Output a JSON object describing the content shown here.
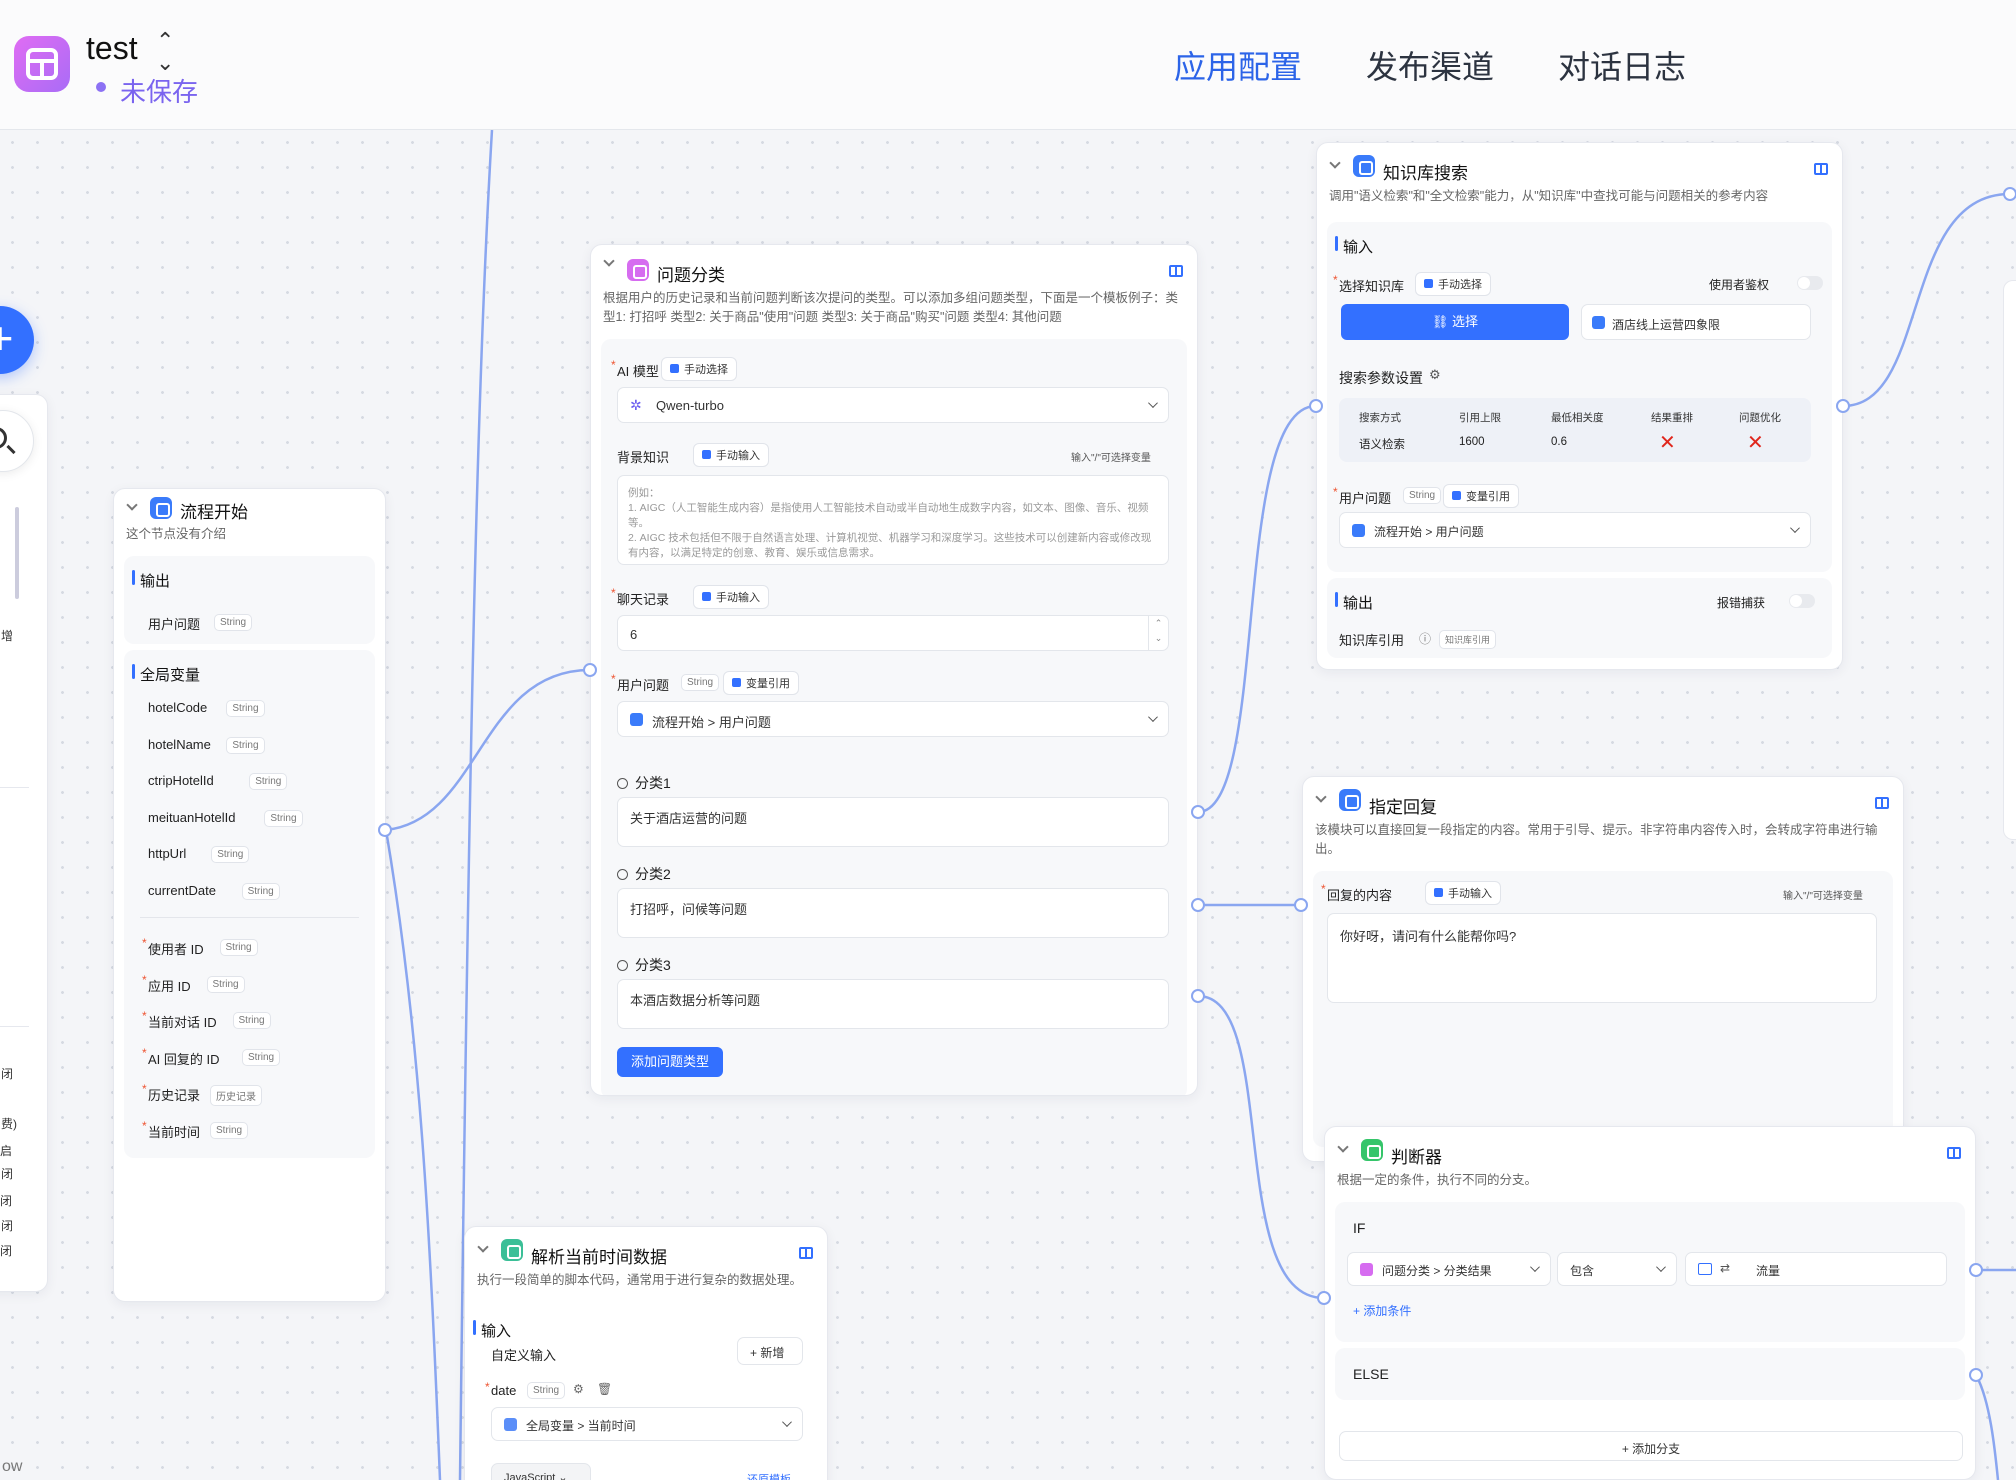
{
  "app": {
    "name": "test",
    "status": "未保存"
  },
  "nav": {
    "tabs": [
      "应用配置",
      "发布渠道",
      "对话日志"
    ]
  },
  "left_panel": {
    "edge_labels": [
      "增",
      "闭",
      "费)",
      "闭",
      "闭",
      "启",
      "闭",
      "闭"
    ],
    "footer": "ow"
  },
  "start_node": {
    "title": "流程开始",
    "desc": "这个节点没有介绍",
    "output_title": "输出",
    "outputs": [
      {
        "name": "用户问题",
        "type": "String"
      }
    ],
    "globals_title": "全局变量",
    "globals": [
      {
        "name": "hotelCode",
        "type": "String"
      },
      {
        "name": "hotelName",
        "type": "String"
      },
      {
        "name": "ctripHotelId",
        "type": "String"
      },
      {
        "name": "meituanHotelId",
        "type": "String"
      },
      {
        "name": "httpUrl",
        "type": "String"
      },
      {
        "name": "currentDate",
        "type": "String"
      }
    ],
    "system_vars": [
      {
        "name": "使用者 ID",
        "type": "String"
      },
      {
        "name": "应用 ID",
        "type": "String"
      },
      {
        "name": "当前对话 ID",
        "type": "String"
      },
      {
        "name": "AI 回复的 ID",
        "type": "String"
      },
      {
        "name": "历史记录",
        "type": "历史记录"
      },
      {
        "name": "当前时间",
        "type": "String"
      }
    ]
  },
  "classify_node": {
    "title": "问题分类",
    "desc": "根据用户的历史记录和当前问题判断该次提问的类型。可以添加多组问题类型，下面是一个模板例子：类型1: 打招呼 类型2: 关于商品\"使用\"问题 类型3: 关于商品\"购买\"问题 类型4: 其他问题",
    "ai_model_label": "AI 模型",
    "ai_model_mode": "手动选择",
    "ai_model_value": "Qwen-turbo",
    "bg_label": "背景知识",
    "bg_mode": "手动输入",
    "bg_hint": "输入\"/\"可选择变量",
    "bg_placeholder": "例如：\n1. AIGC（人工智能生成内容）是指使用人工智能技术自动或半自动地生成数字内容，如文本、图像、音乐、视频等。\n2. AIGC 技术包括但不限于自然语言处理、计算机视觉、机器学习和深度学习。这些技术可以创建新内容或修改现有内容，以满足特定的创意、教育、娱乐或信息需求。",
    "chat_label": "聊天记录",
    "chat_mode": "手动输入",
    "chat_value": "6",
    "question_label": "用户问题",
    "question_type": "String",
    "question_mode": "变量引用",
    "question_value": "流程开始 > 用户问题",
    "categories": [
      {
        "label": "分类1",
        "value": "关于酒店运营的问题"
      },
      {
        "label": "分类2",
        "value": "打招呼，问候等问题"
      },
      {
        "label": "分类3",
        "value": "本酒店数据分析等问题"
      }
    ],
    "add_label": "添加问题类型"
  },
  "kb_node": {
    "title": "知识库搜索",
    "desc": "调用\"语义检索\"和\"全文检索\"能力，从\"知识库\"中查找可能与问题相关的参考内容",
    "input_title": "输入",
    "select_label": "选择知识库",
    "select_mode": "手动选择",
    "auth_label": "使用者鉴权",
    "select_btn": "选择",
    "selected_kb": "酒店线上运营四象限",
    "params_label": "搜索参数设置",
    "table_headers": [
      "搜索方式",
      "引用上限",
      "最低相关度",
      "结果重排",
      "问题优化"
    ],
    "table_values": [
      "语义检索",
      "1600",
      "0.6",
      "✕",
      "✕"
    ],
    "question_label": "用户问题",
    "question_type": "String",
    "question_mode": "变量引用",
    "question_value": "流程开始 > 用户问题",
    "output_title": "输出",
    "error_label": "报错捕获",
    "output_name": "知识库引用",
    "output_type": "知识库引用"
  },
  "reply_node": {
    "title": "指定回复",
    "desc": "该模块可以直接回复一段指定的内容。常用于引导、提示。非字符串内容传入时，会转成字符串进行输出。",
    "content_label": "回复的内容",
    "content_mode": "手动输入",
    "content_hint": "输入\"/\"可选择变量",
    "content_value": "你好呀，请问有什么能帮你吗?"
  },
  "judge_node": {
    "title": "判断器",
    "desc": "根据一定的条件，执行不同的分支。",
    "if_label": "IF",
    "cond_var": "问题分类 > 分类结果",
    "cond_op": "包含",
    "cond_value": "流量",
    "add_cond": "添加条件",
    "else_label": "ELSE",
    "add_branch": "添加分支"
  },
  "code_node": {
    "title": "解析当前时间数据",
    "desc": "执行一段简单的脚本代码，通常用于进行复杂的数据处理。",
    "input_title": "输入",
    "custom_label": "自定义输入",
    "add_label": "新增",
    "var_name": "date",
    "var_type": "String",
    "var_value": "全局变量 > 当前时间",
    "lang": "JavaScript",
    "restore": "还原模板"
  },
  "colors": {
    "accent": "#3370ff",
    "start_icon": "#3a7bfa",
    "classify_icon": "#d66cf0",
    "kb_icon": "#3a7bfa",
    "reply_icon": "#3a7bfa",
    "judge_icon": "#35c56a",
    "code_icon": "#3bbf97",
    "edge": "#8aa6f0"
  }
}
